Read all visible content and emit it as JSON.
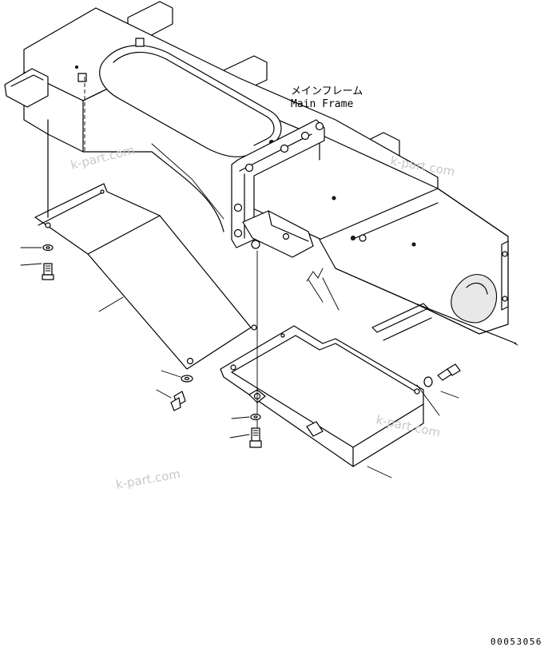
{
  "callout": {
    "label_jp": "メインフレーム",
    "label_en": "Main Frame"
  },
  "watermark": {
    "text": "k-part.com"
  },
  "drawing_code": "00053056"
}
